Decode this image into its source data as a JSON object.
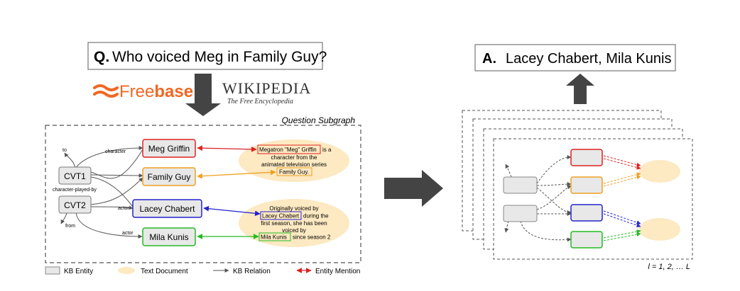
{
  "question": {
    "prefix": "Q.",
    "text": "Who voiced Meg in Family Guy?"
  },
  "answer": {
    "prefix": "A.",
    "text": "Lacey Chabert, Mila Kunis"
  },
  "sources": {
    "freebase_logo": "Freebase",
    "wikipedia_title": "WIKIPEDIA",
    "wikipedia_subtitle": "The Free Encyclopedia"
  },
  "subgraph": {
    "title": "Question Subgraph",
    "cvt_nodes": [
      "CVT1",
      "CVT2"
    ],
    "entities": [
      {
        "label": "Meg Griffin",
        "color": "#dd2222"
      },
      {
        "label": "Family Guy",
        "color": "#f0a020"
      },
      {
        "label": "Lacey Chabert",
        "color": "#2222cc"
      },
      {
        "label": "Mila Kunis",
        "color": "#22bb22"
      }
    ],
    "relations": {
      "to": "to",
      "character": "character",
      "character_played_by": "character-played-by",
      "actor_lacey": "actor",
      "actor_mila": "actor",
      "from": "from"
    },
    "doc1": {
      "mention1": "Megatron \"Meg\" Griffin",
      "after1": "is a",
      "line2": "character from the",
      "line3": "animated television series",
      "mention2": "Family Guy."
    },
    "doc2": {
      "line1": "Originally voiced by",
      "mention1": "Lacey Chabert",
      "after1": "during the",
      "line3": "first season, she has been",
      "line4": "voiced by",
      "mention2": "Mila Kunis",
      "after2": "since season 2"
    }
  },
  "legend": {
    "kb_entity": "KB Entity",
    "text_document": "Text Document",
    "kb_relation": "KB Relation",
    "entity_mention": "Entity Mention"
  },
  "layers_label": "l = 1, 2, … L",
  "colors": {
    "entity_fill": "#e8e8e8",
    "doc_fill": "#fde9c2",
    "arrow": "#555555",
    "freebase": "#f26722",
    "red": "#dd2222",
    "orange": "#f0a020",
    "blue": "#2222cc",
    "green": "#22bb22"
  }
}
